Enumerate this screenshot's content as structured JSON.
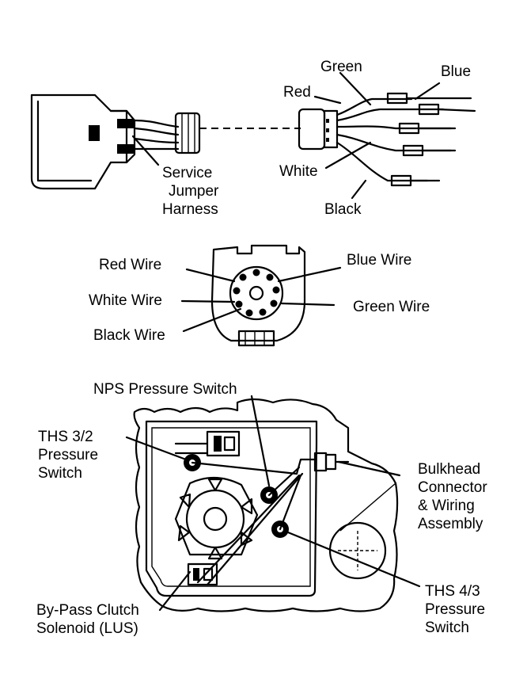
{
  "harness": {
    "left_label": [
      "Service",
      "Jumper",
      "Harness"
    ],
    "wires": {
      "green": "Green",
      "blue": "Blue",
      "red": "Red",
      "white": "White",
      "black": "Black"
    }
  },
  "connector": {
    "red": "Red Wire",
    "blue": "Blue Wire",
    "white": "White Wire",
    "green": "Green Wire",
    "black": "Black Wire"
  },
  "valve_body": {
    "nps": "NPS Pressure Switch",
    "ths32": [
      "THS 3/2",
      "Pressure",
      "Switch"
    ],
    "bulkhead": [
      "Bulkhead",
      "Connector",
      "& Wiring",
      "Assembly"
    ],
    "ths43": [
      "THS 4/3",
      "Pressure",
      "Switch"
    ],
    "bypass": [
      "By-Pass Clutch",
      "Solenoid (LUS)"
    ]
  }
}
